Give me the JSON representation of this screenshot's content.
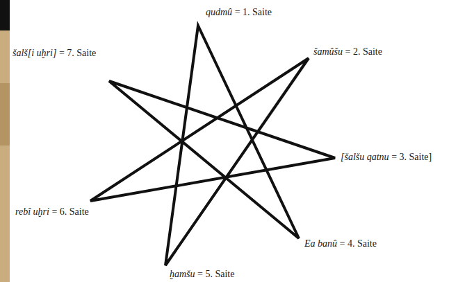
{
  "diagram": {
    "labels": [
      "qudmû = 1. Saite",
      "šamûšu = 2. Saite",
      "[šalšu qatnu = 3. Saite]",
      "Ea banû = 4. Saite",
      "ḫamšu = 5. Saite",
      "rebî uḫri = 6. Saite",
      "šalš[i uḫri] = 7. Saite"
    ]
  }
}
